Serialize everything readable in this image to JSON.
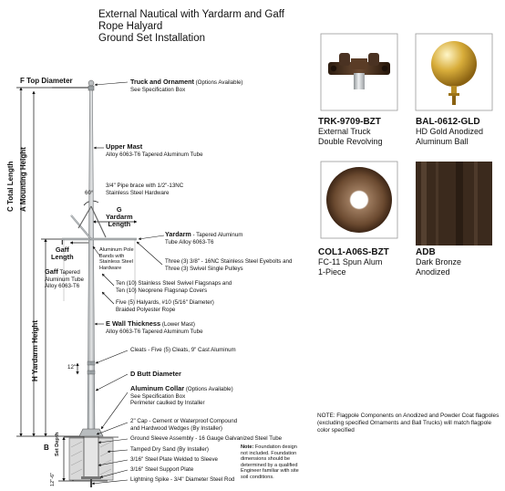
{
  "title": [
    "External Nautical with Yardarm and Gaff",
    "Rope Halyard",
    "Ground Set Installation"
  ],
  "dims": {
    "f": "F Top Diameter",
    "c": "C Total Length",
    "a": "A Mounting Height",
    "g": [
      "G",
      "Yardarm",
      "Length"
    ],
    "i": [
      "I",
      "Gaff",
      "Length"
    ],
    "h": "H Yardarm Height",
    "angle": "60°",
    "twelve_a": "12\"",
    "twelve_b": "12\"",
    "b": "B",
    "set_depth": "Set Depth",
    "six_b": "12\"-6\""
  },
  "callouts": {
    "truck": [
      "Truck and Ornament",
      " (Options Available)",
      "See Specification Box"
    ],
    "upper_mast": [
      "Upper Mast",
      "Alloy 6063-T6 Tapered Aluminum Tube"
    ],
    "pipe_brace": [
      "3/4\" Pipe brace with 1/2\"-13NC",
      "Stainless Steel Hardware"
    ],
    "yardarm": [
      "Yardarm",
      " - Tapered Aluminum",
      "Tube Alloy 6063-T6"
    ],
    "gaff": [
      "Gaff",
      " Tapered",
      "Aluminum Tube",
      "Alloy 6063-T6"
    ],
    "pole_bands": [
      "Aluminum Pole",
      "Bands with",
      "Stainless Steel",
      "Hardware"
    ],
    "eyebolts": [
      "Three (3) 3/8\" - 16NC Stainless Steel Eyebolts and",
      "Three (3) Swivel Single Pulleys"
    ],
    "snaps": [
      "Ten (10) Stainless Steel Swivel Flagsnaps and",
      "Ten (10) Neoprene Flagsnap Covers"
    ],
    "halyards": [
      "Five (5) Halyards, #10 (5/16\" Diameter)",
      "Braided Polyester Rope"
    ],
    "wall": [
      "E Wall Thickness",
      " (Lower Mast)",
      "Alloy 6063-T6 Tapered Aluminum Tube"
    ],
    "cleats": "Cleats - Five (5) Cleats, 9\" Cast Aluminum",
    "butt": "D Butt Diameter",
    "collar": [
      "Aluminum Collar",
      " (Options Available)",
      "See Specification Box",
      "Perimeter caulked by Installer"
    ],
    "cap": [
      "2\" Cap - Cement or Waterproof Compound",
      "and Hardwood Wedges (By Installer)"
    ],
    "sleeve": "Ground Sleeve Assembly - 16 Gauge Galvanized Steel Tube",
    "sand": "Tamped Dry Sand (By Installer)",
    "plate_welded": "3/16\" Steel Plate Welded to Sleeve",
    "support_plate": "3/16\" Steel Support Plate",
    "spike": "Lightning Spike - 3/4\" Diameter Steel Rod",
    "foundation_note": [
      "Note:",
      " Foundation design",
      "not included. Foundation",
      "dimensions should be",
      "determined by a qualified",
      "Engineer familiar with site",
      "soil conditions."
    ]
  },
  "products": [
    {
      "code": "TRK-9709-BZT",
      "desc": [
        "External Truck",
        "Double Revolving"
      ]
    },
    {
      "code": "BAL-0612-GLD",
      "desc": [
        "HD Gold Anodized",
        "Aluminum Ball"
      ]
    },
    {
      "code": "COL1-A06S-BZT",
      "desc": [
        "FC-11 Spun Alum",
        "1-Piece"
      ]
    },
    {
      "code": "ADB",
      "desc": [
        "Dark Bronze",
        "Anodized"
      ]
    }
  ],
  "note": "NOTE:  Flagpole Components on Anodized and Powder Coat flagpoles (excluding specified Ornaments and Ball Trucks) will match flagpole color specified",
  "colors": {
    "bronze": "#5a3c26",
    "gold": "#c49a2c",
    "pole": "#c8cccf"
  }
}
